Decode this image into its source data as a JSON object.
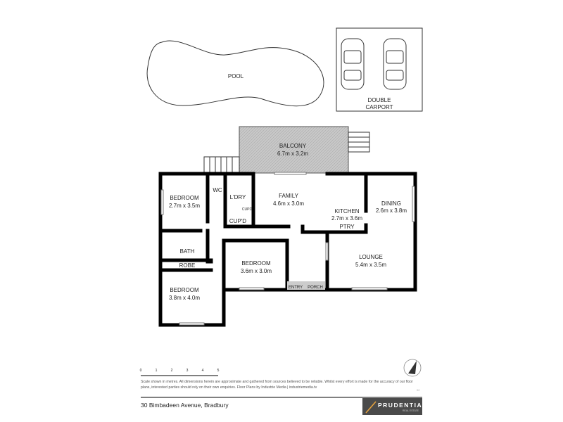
{
  "pool": {
    "label": "POOL"
  },
  "carport": {
    "line1": "DOUBLE",
    "line2": "CARPORT"
  },
  "balcony": {
    "name": "BALCONY",
    "size": "6.7m x 3.2m"
  },
  "rooms": {
    "bedroom1": {
      "name": "BEDROOM",
      "size": "2.7m x 3.5m"
    },
    "wc": {
      "name": "WC"
    },
    "laundry": {
      "name": "L'DRY"
    },
    "cupd_small": {
      "name": "CUPD"
    },
    "cupd": {
      "name": "CUP'D"
    },
    "family": {
      "name": "FAMILY",
      "size": "4.6m x 3.0m"
    },
    "kitchen": {
      "name": "KITCHEN",
      "size": "2.7m x 3.6m"
    },
    "pantry": {
      "name": "PTRY"
    },
    "dining": {
      "name": "DINING",
      "size": "2.6m x 3.8m"
    },
    "lounge": {
      "name": "LOUNGE",
      "size": "5.4m x 3.5m"
    },
    "bath": {
      "name": "BATH"
    },
    "robe": {
      "name": "ROBE"
    },
    "bedroom2": {
      "name": "BEDROOM",
      "size": "3.6m x 3.0m"
    },
    "bedroom3": {
      "name": "BEDROOM",
      "size": "3.8m x 4.0m"
    },
    "entry": {
      "name": "ENTRY"
    },
    "porch": {
      "name": "PORCH"
    }
  },
  "scale": {
    "ticks": [
      "0",
      "1",
      "2",
      "3",
      "4",
      "5"
    ]
  },
  "compass": {
    "icon": "north-arrow-icon"
  },
  "disclaimer": "Scale shown in metres. All dimensions herein are approximate and gathered from sources believed to be reliable. Whilst every effort is made for the accuracy of our floor plans, interested parties should rely on their own enquiries. Floor Plans by Industrie Media | industriemedia.tv",
  "code": "02",
  "address": "30 Bimbadeen Avenue, Bradbury",
  "logo": {
    "name": "PRUDENTIAL",
    "sub": "REAL ESTATE",
    "accent": "#e8a33c",
    "bg": "#4a4a4a"
  }
}
